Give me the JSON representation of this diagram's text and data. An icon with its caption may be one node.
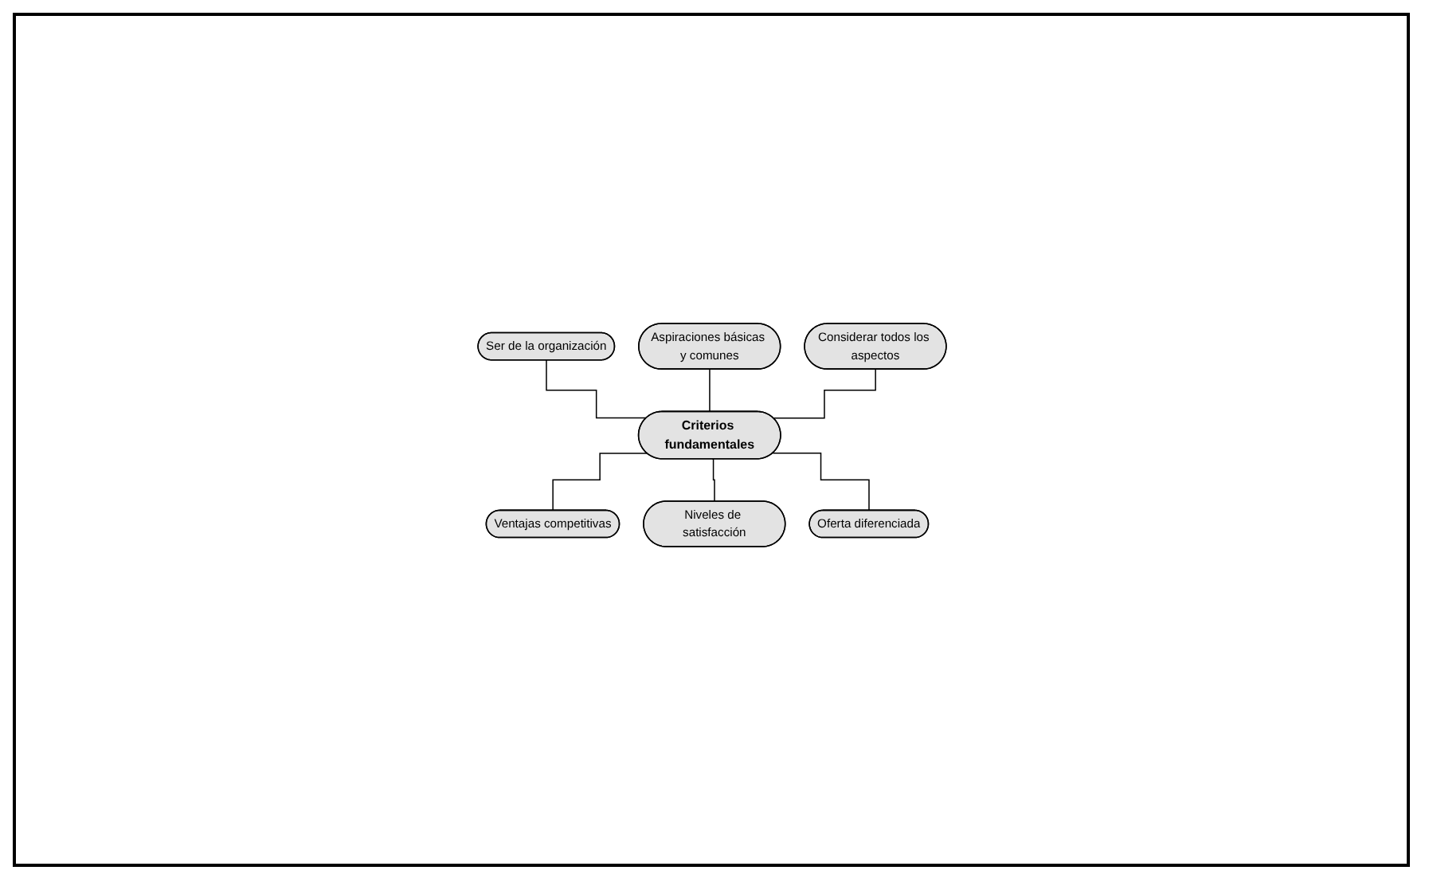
{
  "diagram": {
    "nodes": [
      {
        "text": [
          "Ser de la organización"
        ]
      },
      {
        "text": [
          "Aspiraciones básicas y comunes"
        ]
      },
      {
        "text": [
          "Considerar todos los aspectos"
        ]
      },
      {
        "text": [
          "Criterios fundamentales"
        ]
      },
      {
        "text": [
          "Ventajas competitivas"
        ]
      },
      {
        "text": [
          "Niveles de satisfacción"
        ]
      },
      {
        "text": [
          "Oferta diferenciada"
        ]
      }
    ],
    "edges": [
      {
        "from": 0,
        "to": 3,
        "arrow": "none"
      },
      {
        "from": 1,
        "to": 3,
        "arrow": "none"
      },
      {
        "from": 2,
        "to": 3,
        "arrow": "none"
      },
      {
        "from": 3,
        "to": 4,
        "arrow": "none"
      },
      {
        "from": 3,
        "to": 5,
        "arrow": "none"
      },
      {
        "from": 3,
        "to": 6,
        "arrow": "none"
      }
    ]
  }
}
